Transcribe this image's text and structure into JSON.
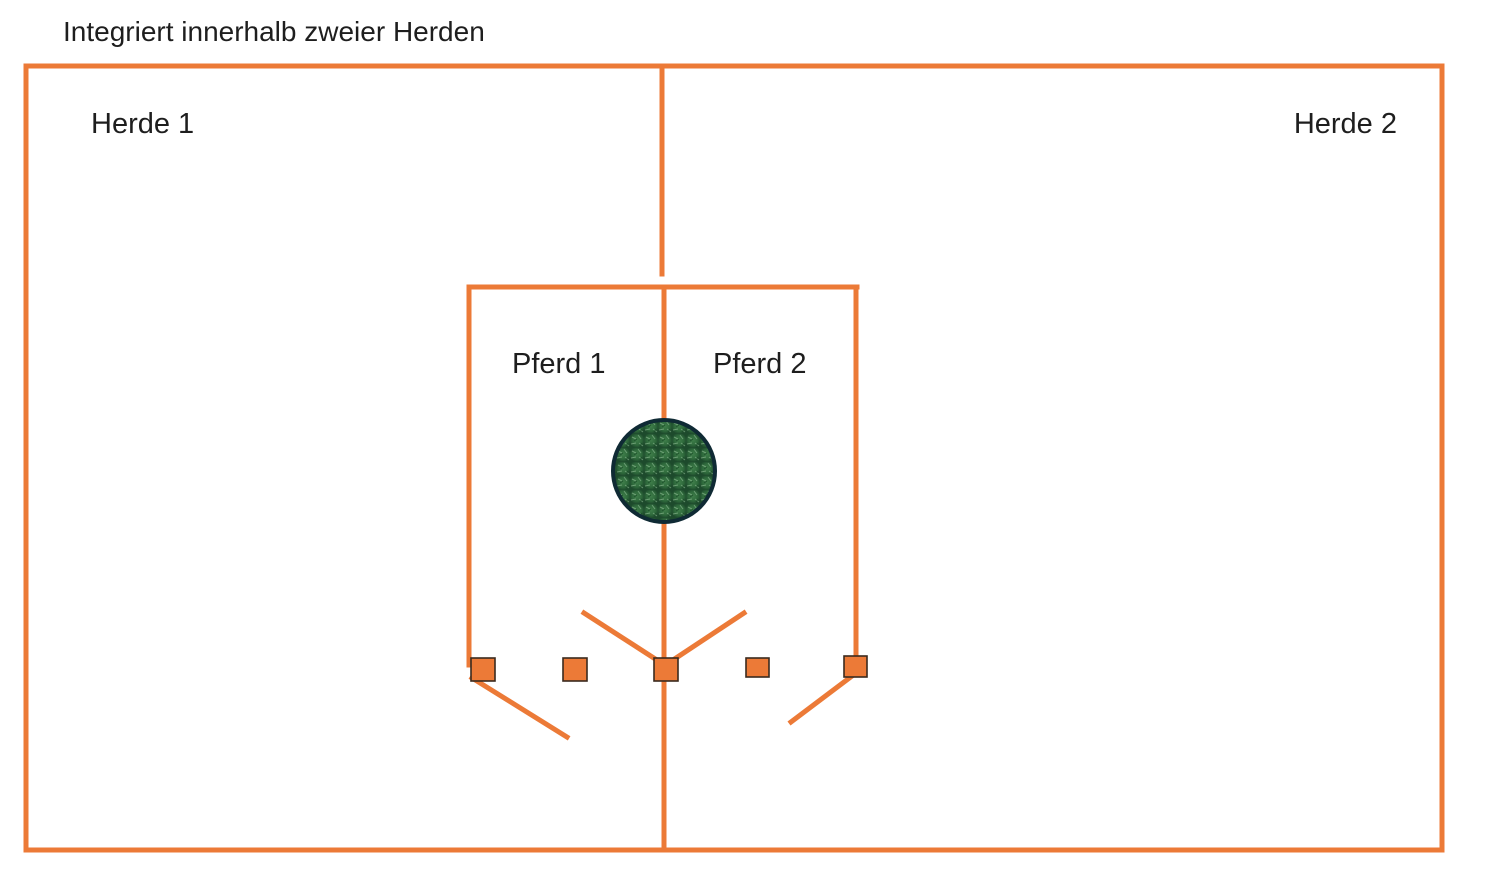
{
  "title": "Integriert innerhalb zweier Herden",
  "areas": {
    "herd_left": "Herde 1",
    "herd_right": "Herde 2",
    "horse_left": "Pferd 1",
    "horse_right": "Pferd 2"
  },
  "colors": {
    "fence": "#ec7a37",
    "post_outline": "#3a2a1e",
    "tree_fill": "#2f6a3c",
    "tree_outline": "#0f2a34",
    "text": "#1e1e1e"
  },
  "icons": {
    "tree": "tree-circle-icon",
    "fence_post": "fence-post-icon"
  }
}
